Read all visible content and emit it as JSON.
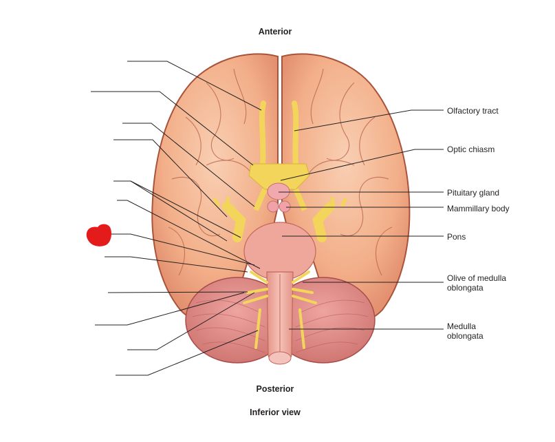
{
  "figure": {
    "orientation_top": "Anterior",
    "orientation_bottom": "Posterior",
    "view_caption": "Inferior view"
  },
  "labels_right": [
    {
      "id": "olfactory-tract",
      "text": "Olfactory tract"
    },
    {
      "id": "optic-chiasm",
      "text": "Optic chiasm"
    },
    {
      "id": "pituitary-gland",
      "text": "Pituitary gland"
    },
    {
      "id": "mammillary-body",
      "text": "Mammillary body"
    },
    {
      "id": "pons",
      "text": "Pons"
    },
    {
      "id": "olive-of-medulla-oblongata",
      "text": "Olive of medulla oblongata"
    },
    {
      "id": "medulla-oblongata",
      "text": "Medulla oblongata"
    }
  ],
  "labels_left_blank_count": 12,
  "highlight_marker": {
    "color": "#e31b1b",
    "position": "left leader line 7"
  },
  "colors": {
    "cerebrum": "#f2b08c",
    "cerebrum_outline": "#a8533a",
    "cerebellum": "#df8a86",
    "brainstem": "#eaa59a",
    "nerves": "#f3d55b",
    "pituitary": "#f0a6a6",
    "leader_line": "#231f20",
    "marker": "#e31b1b"
  }
}
